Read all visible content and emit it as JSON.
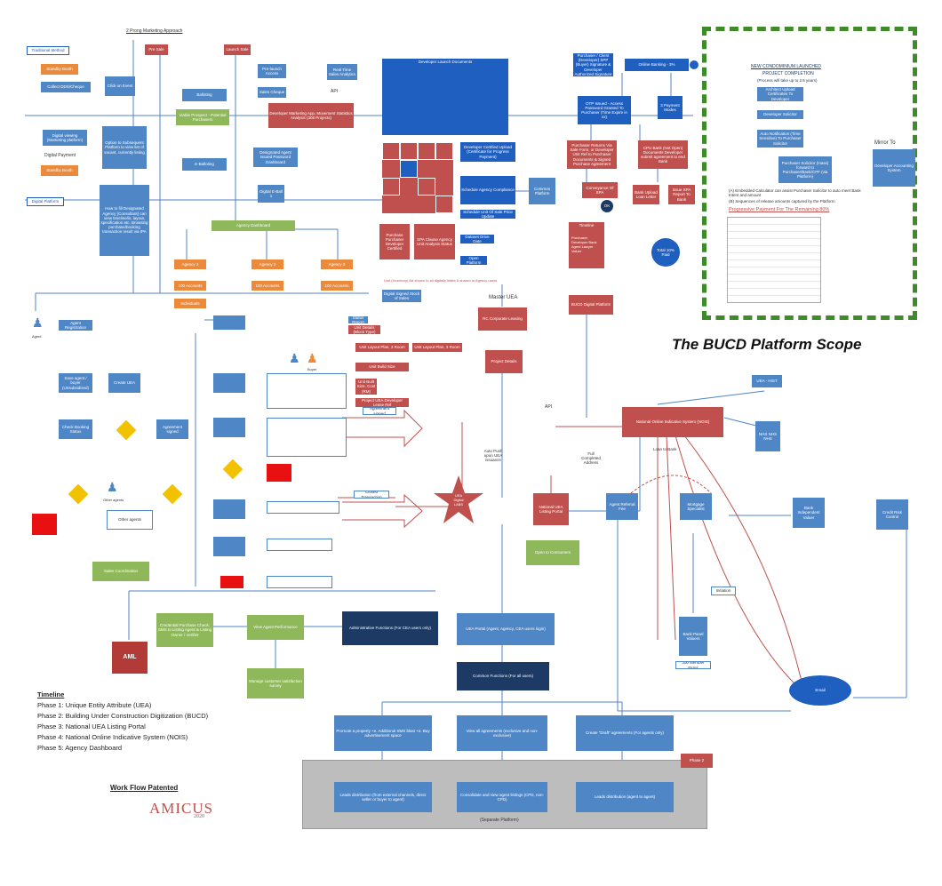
{
  "title": {
    "scope": "The BUCD Platform Scope",
    "top_label": "2 Prong Marketing Approach"
  },
  "left_top": {
    "traditional": "Traditional Method",
    "digital": "Digital Platform",
    "book1": "Standby Booth",
    "book2": "Collect DDS/Cheque",
    "book3": "Click on Event",
    "digital_viewing": "Digital viewing (Marketing platform)",
    "digital_payment": "Digital Payment",
    "standby2": "Standby Booth",
    "option": "Option to Subsequent Platform to view list of vacant, currently listing",
    "howto": "How to fill Designated Agency (Consultant) can view timeline/is, layout, specification etc. Browsing purchase/booking transaction result via IPA",
    "pre_sale": "Pre Sale",
    "launch": "Launch Sale",
    "balloting": "Balloting",
    "yes_digital": "Viable Prospect - Potential Purchasers",
    "e_balloting": "E-Balloting",
    "prelaunch": "Pre-launch Access",
    "sales_cheque": "Sales Cheque",
    "realtime": "Real Time Sales Analytics",
    "api": "API",
    "dev_app": "Developer Marketing App, Movement Statistics Analysis (308 Projects)",
    "designated": "Designated Agent Issued Password Dashboard",
    "digital_ed": "Digital E-Ball 1",
    "agency_dash": "Agency Dashboard",
    "agency1": "Agency 1",
    "agency2": "Agency 2",
    "agency3": "Agency 3",
    "sub1": "100 Accounts",
    "sub2": "100 Accounts",
    "sub3": "100 Accounts",
    "sub4": "Individuals"
  },
  "center_top": {
    "list_header": "Developer Launch Documents",
    "center_box": "Common Platform",
    "item1": "Developer Certified Upload (Certificate for Progress Payment)",
    "item2": "Schedule Agency Compliance",
    "item3": "Schedule Unit Of Sale Price Update",
    "item4": "Dataset Drive Date",
    "item5": "Open Platform",
    "left_foot": "Purchase Purchaser Developer Certified",
    "right_foot": "SPA Clause Agency Unit Analysis Status",
    "note": "Unit (Inventory) list shown to all digitally listed & shared to Agency users",
    "digital_sign": "Digital Signed Stock of Sales",
    "status": "Status Report",
    "master_uea": "Master UEA",
    "rc": "RC Corporate Leasing",
    "proj": "Project Details",
    "bucd": "BUCD Digital Platform",
    "red1": "Unit Details (Block Type)",
    "red2": "Unit Layout Plan, 3 Room",
    "red3": "Unit Build Size",
    "red4": "Unit Layout Plan, 3 Room",
    "red5": "Unit Built Size, Cost (RM)",
    "red6": "Project UEA Developer Lease Ref"
  },
  "center_right": {
    "purchaser_box": "Purchaser / Client (Developer) SPP (Buyer) Signature & Developer Authorized Signature",
    "online_banking": "Online Banking - 3%",
    "otp": "OTP Issued - Access Password Granted To Purchaser (Time Expire in xx)",
    "payment": "3 Payment Modes",
    "purchaser_returns": "Purchaser Returns Via Sale Form, or Developer Unit Ref to Purchaser Documents & Signed Purchase Agreement",
    "cpu": "CPU Bank (Not Open) Documents Developer submit agreement to end Bank",
    "conveyance": "Conveyance Of SPA",
    "ok": "OK",
    "bank_upload": "Bank Upload Loan Letter",
    "acceptance": "Issue SPA Report To Bank",
    "list_title": "Timeline",
    "list_items": "Purchaser Developer Bank Agent Lawyer Valuer",
    "paid": "Total 10% Paid"
  },
  "scope_box": {
    "head1": "NEW CONDOMINIUM LAUNCHED",
    "head2": "PROJECT COMPLETION",
    "head3": "(Process will take up to 2.5 years)",
    "step1": "Architect Upload Certificates To Developer",
    "step2": "Developer Solicitor",
    "step3": "Auto Notification (Time Sensitive) To Purchaser Solicitor",
    "step4": "Purchaser Solicitor (mass) forward to Purchaser/Bank/CPF (via Platform)",
    "note1": "(A) Embedded Calculator can assist Purchaser Solicitor to auto meet Bank Intent and amount",
    "note2": "(B) Sequences of release amounts captured by the Platform",
    "note3": "Progressive Payment For The Remaining 80%",
    "mirror": "Mirror To",
    "mirror_box": "Developer Accounting System"
  },
  "flow_left": {
    "agent": "Agent",
    "buyer": "Buyer",
    "other_agent": "Other agents",
    "agreement_signed": "Agreement signed",
    "closed": "Closed Transaction",
    "sales_coordination": "Sales Coordination",
    "nodes": [
      "Agent Registration",
      "Save agent / buyer (Unsubsidised)",
      "Create UEA",
      "Check Booking Status",
      "Agreement signed",
      "Sales Coordination",
      "Other agents"
    ]
  },
  "flow_center": {
    "star": "UEA Digital LABS",
    "auto_push": "Auto Push upon UEA issuance",
    "national": "National UEA Listing Portal",
    "open_to": "Open to Consumers",
    "api": "API",
    "full_completed": "Full Completed Address",
    "nois": "National Online Indicative System (NOIS)",
    "loan": "Loan to Bank",
    "uea_hist": "UEA - HIST",
    "nhs": "NHS NHS NHS",
    "agent_referral": "Agent Referral Fee",
    "mortgage": "Mortgage Specialist",
    "bank_indep": "Bank Independent Valuer",
    "credit": "Credit Risk Control",
    "initiation": "Initiation",
    "bank_panel": "Bank Panel Valuers",
    "members": "300 Member Firms",
    "email": "Email"
  },
  "bottom": {
    "aml": "AML",
    "credentials": "Credential Purchase Check: SMS to Listing Agent & Listing Owner / Verifier",
    "view_agent": "View Agent Performance",
    "admin": "Administrative Functions (For CEA users only)",
    "uea_portal": "UEA Portal (Agent, Agency, CEA users login)",
    "manage": "Manage customer satisfaction survey",
    "common": "Common Functions (For all users)",
    "promote": "Promote a property +e. Additional SMS blast +e. Buy advertisement space",
    "view_agreements": "View all agreements (exclusive and non-exclusive)",
    "create_draft": "Create \"Draft\" agreements (For agents only)",
    "phase2": "Phase 2",
    "leads1": "Leads distribution (from external channels, direct seller or buyer to agent)",
    "consolidate": "Consolidate and view agent listings (CPD, non-CPD)",
    "leads2": "Leads distribution (agent to agent)",
    "separate": "(Separate Platform)"
  },
  "timeline": {
    "title": "Timeline",
    "phases": [
      "Phase 1: Unique Entity Attribute (UEA)",
      "Phase 2: Building Under Construction Digitization (BUCD)",
      "Phase 3: National UEA Listing Portal",
      "Phase 4: National Online Indicative System (NOIS)",
      "Phase 5: Agency Dashboard"
    ]
  },
  "footer": {
    "workflow": "Work Flow Patented",
    "brand": "AMICUS",
    "year": "2020"
  }
}
